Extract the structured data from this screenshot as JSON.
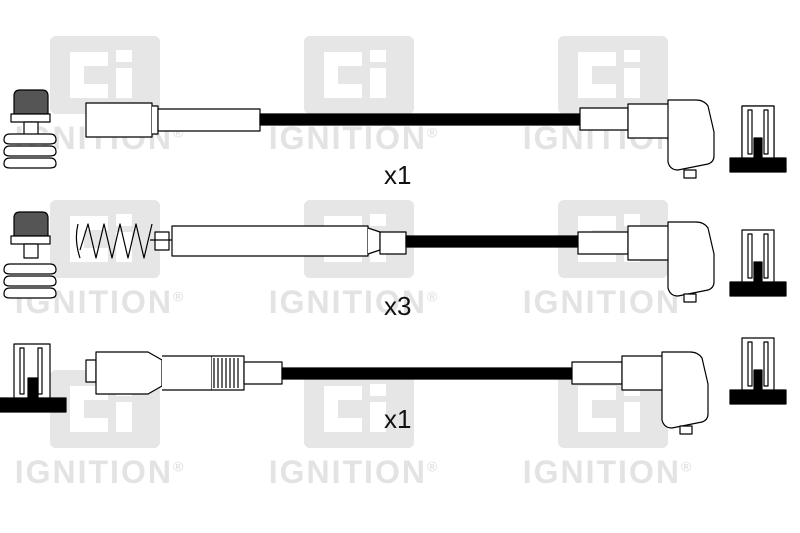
{
  "watermark": {
    "logo": "ci-logo",
    "brand": "IGNITION",
    "mark": "®"
  },
  "leads": [
    {
      "quantity_label": "x1"
    },
    {
      "quantity_label": "x3"
    },
    {
      "quantity_label": "x1"
    }
  ],
  "colors": {
    "cable": "#000000",
    "outline": "#000000",
    "watermark": "#e3e3e3"
  }
}
